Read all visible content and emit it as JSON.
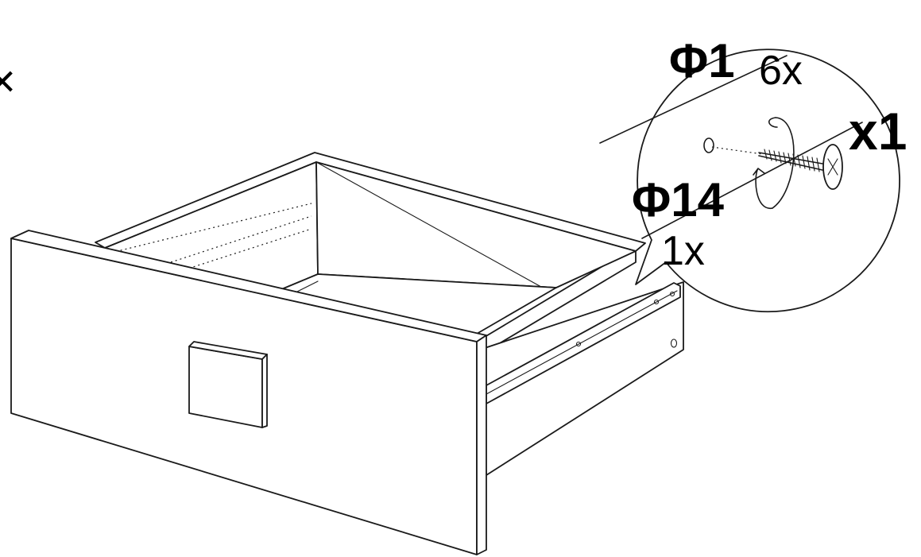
{
  "callout": {
    "hole_label_top": "Φ1",
    "qty_label_top": "6x",
    "multiplier_label": "x1",
    "screw_label": "Φ14",
    "qty_label_bottom": "1x"
  },
  "page_edge_glyph": "×",
  "colors": {
    "ink": "#1a1a1a",
    "paper": "#ffffff"
  }
}
